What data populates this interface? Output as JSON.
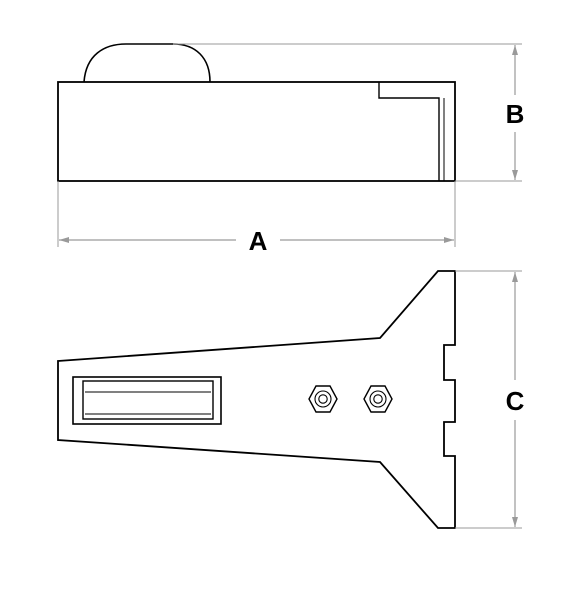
{
  "diagram": {
    "labels": {
      "a": "A",
      "b": "B",
      "c": "C"
    },
    "colors": {
      "outline": "#000000",
      "dimension": "#9a9a9a",
      "fill": "#ffffff"
    }
  }
}
